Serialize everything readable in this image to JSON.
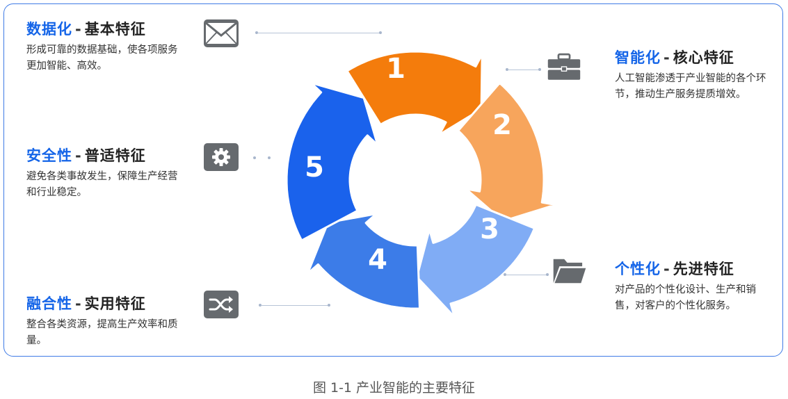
{
  "features": [
    {
      "keyword": "数据化",
      "dash": "-",
      "subtitle": "基本特征",
      "description": "形成可靠的数据基础，使各项服务更加智能、高效。",
      "icon": "envelope-icon"
    },
    {
      "keyword": "智能化",
      "dash": "-",
      "subtitle": "核心特征",
      "description": "人工智能渗透于产业智能的各个环节，推动生产服务提质增效。",
      "icon": "briefcase-icon"
    },
    {
      "keyword": "安全性",
      "dash": "-",
      "subtitle": "普适特征",
      "description": "避免各类事故发生，保障生产经营和行业稳定。",
      "icon": "gear-icon"
    },
    {
      "keyword": "个性化",
      "dash": "-",
      "subtitle": "先进特征",
      "description": "对产品的个性化设计、生产和销售，对客户的个性化服务。",
      "icon": "folder-icon"
    },
    {
      "keyword": "融合性",
      "dash": "-",
      "subtitle": "实用特征",
      "description": "整合各类资源，提高生产效率和质量。",
      "icon": "shuffle-icon"
    }
  ],
  "cycle": {
    "labels": [
      "1",
      "2",
      "3",
      "4",
      "5"
    ],
    "colors": [
      "#f47c0c",
      "#f7a55c",
      "#80acf5",
      "#3c7ce8",
      "#1a62ec"
    ]
  },
  "caption": "图 1-1  产业智能的主要特征"
}
